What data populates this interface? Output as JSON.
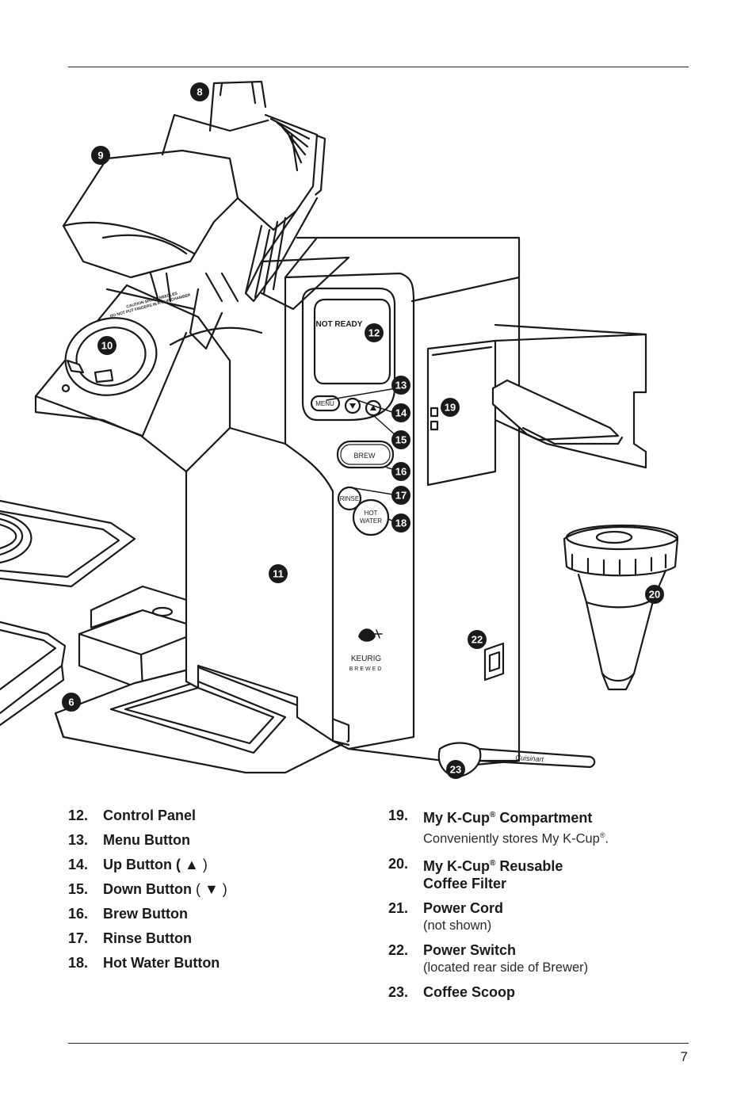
{
  "diagram": {
    "display_label": "NOT READY",
    "button_labels": {
      "menu": "MENU",
      "brew": "BREW",
      "rinse": "RINSE",
      "hot_water_line1": "HOT",
      "hot_water_line2": "WATER"
    },
    "brand_line1": "KEURIG",
    "brand_line2": "BREWED",
    "caution_line1": "CAUTION SHARP NEEDLES",
    "caution_line2": "DO NOT PUT FINGERS IN K-CUP CHAMBER",
    "scoop_brand": "Cuisinart",
    "callouts": [
      "6",
      "8",
      "9",
      "10",
      "11",
      "12",
      "13",
      "14",
      "15",
      "16",
      "17",
      "18",
      "19",
      "20",
      "22",
      "23"
    ]
  },
  "parts_left": [
    {
      "num": "12.",
      "name": "Control Panel"
    },
    {
      "num": "13.",
      "name": "Menu Button"
    },
    {
      "num": "14.",
      "name": "Up Button (",
      "symbol": "▲",
      "close": ")"
    },
    {
      "num": "15.",
      "name": "Down Button",
      "symbol": " ( ▼ )"
    },
    {
      "num": "16.",
      "name": "Brew Button"
    },
    {
      "num": "17.",
      "name": "Rinse Button"
    },
    {
      "num": "18.",
      "name": "Hot Water Button"
    }
  ],
  "parts_right": [
    {
      "num": "19.",
      "name": "My K-Cup",
      "reg": "®",
      "name_rest": " Compartment",
      "desc": "Conveniently stores My K-Cup",
      "desc_reg": "®",
      "desc_end": "."
    },
    {
      "num": "20.",
      "name": "My K-Cup",
      "reg": "®",
      "name_rest": " Reusable",
      "name_line2": "Coffee Filter"
    },
    {
      "num": "21.",
      "name": "Power Cord",
      "desc": "(not shown)"
    },
    {
      "num": "22.",
      "name": "Power Switch",
      "desc": "(located rear side of Brewer)"
    },
    {
      "num": "23.",
      "name": "Coffee Scoop"
    }
  ],
  "page_number": "7"
}
